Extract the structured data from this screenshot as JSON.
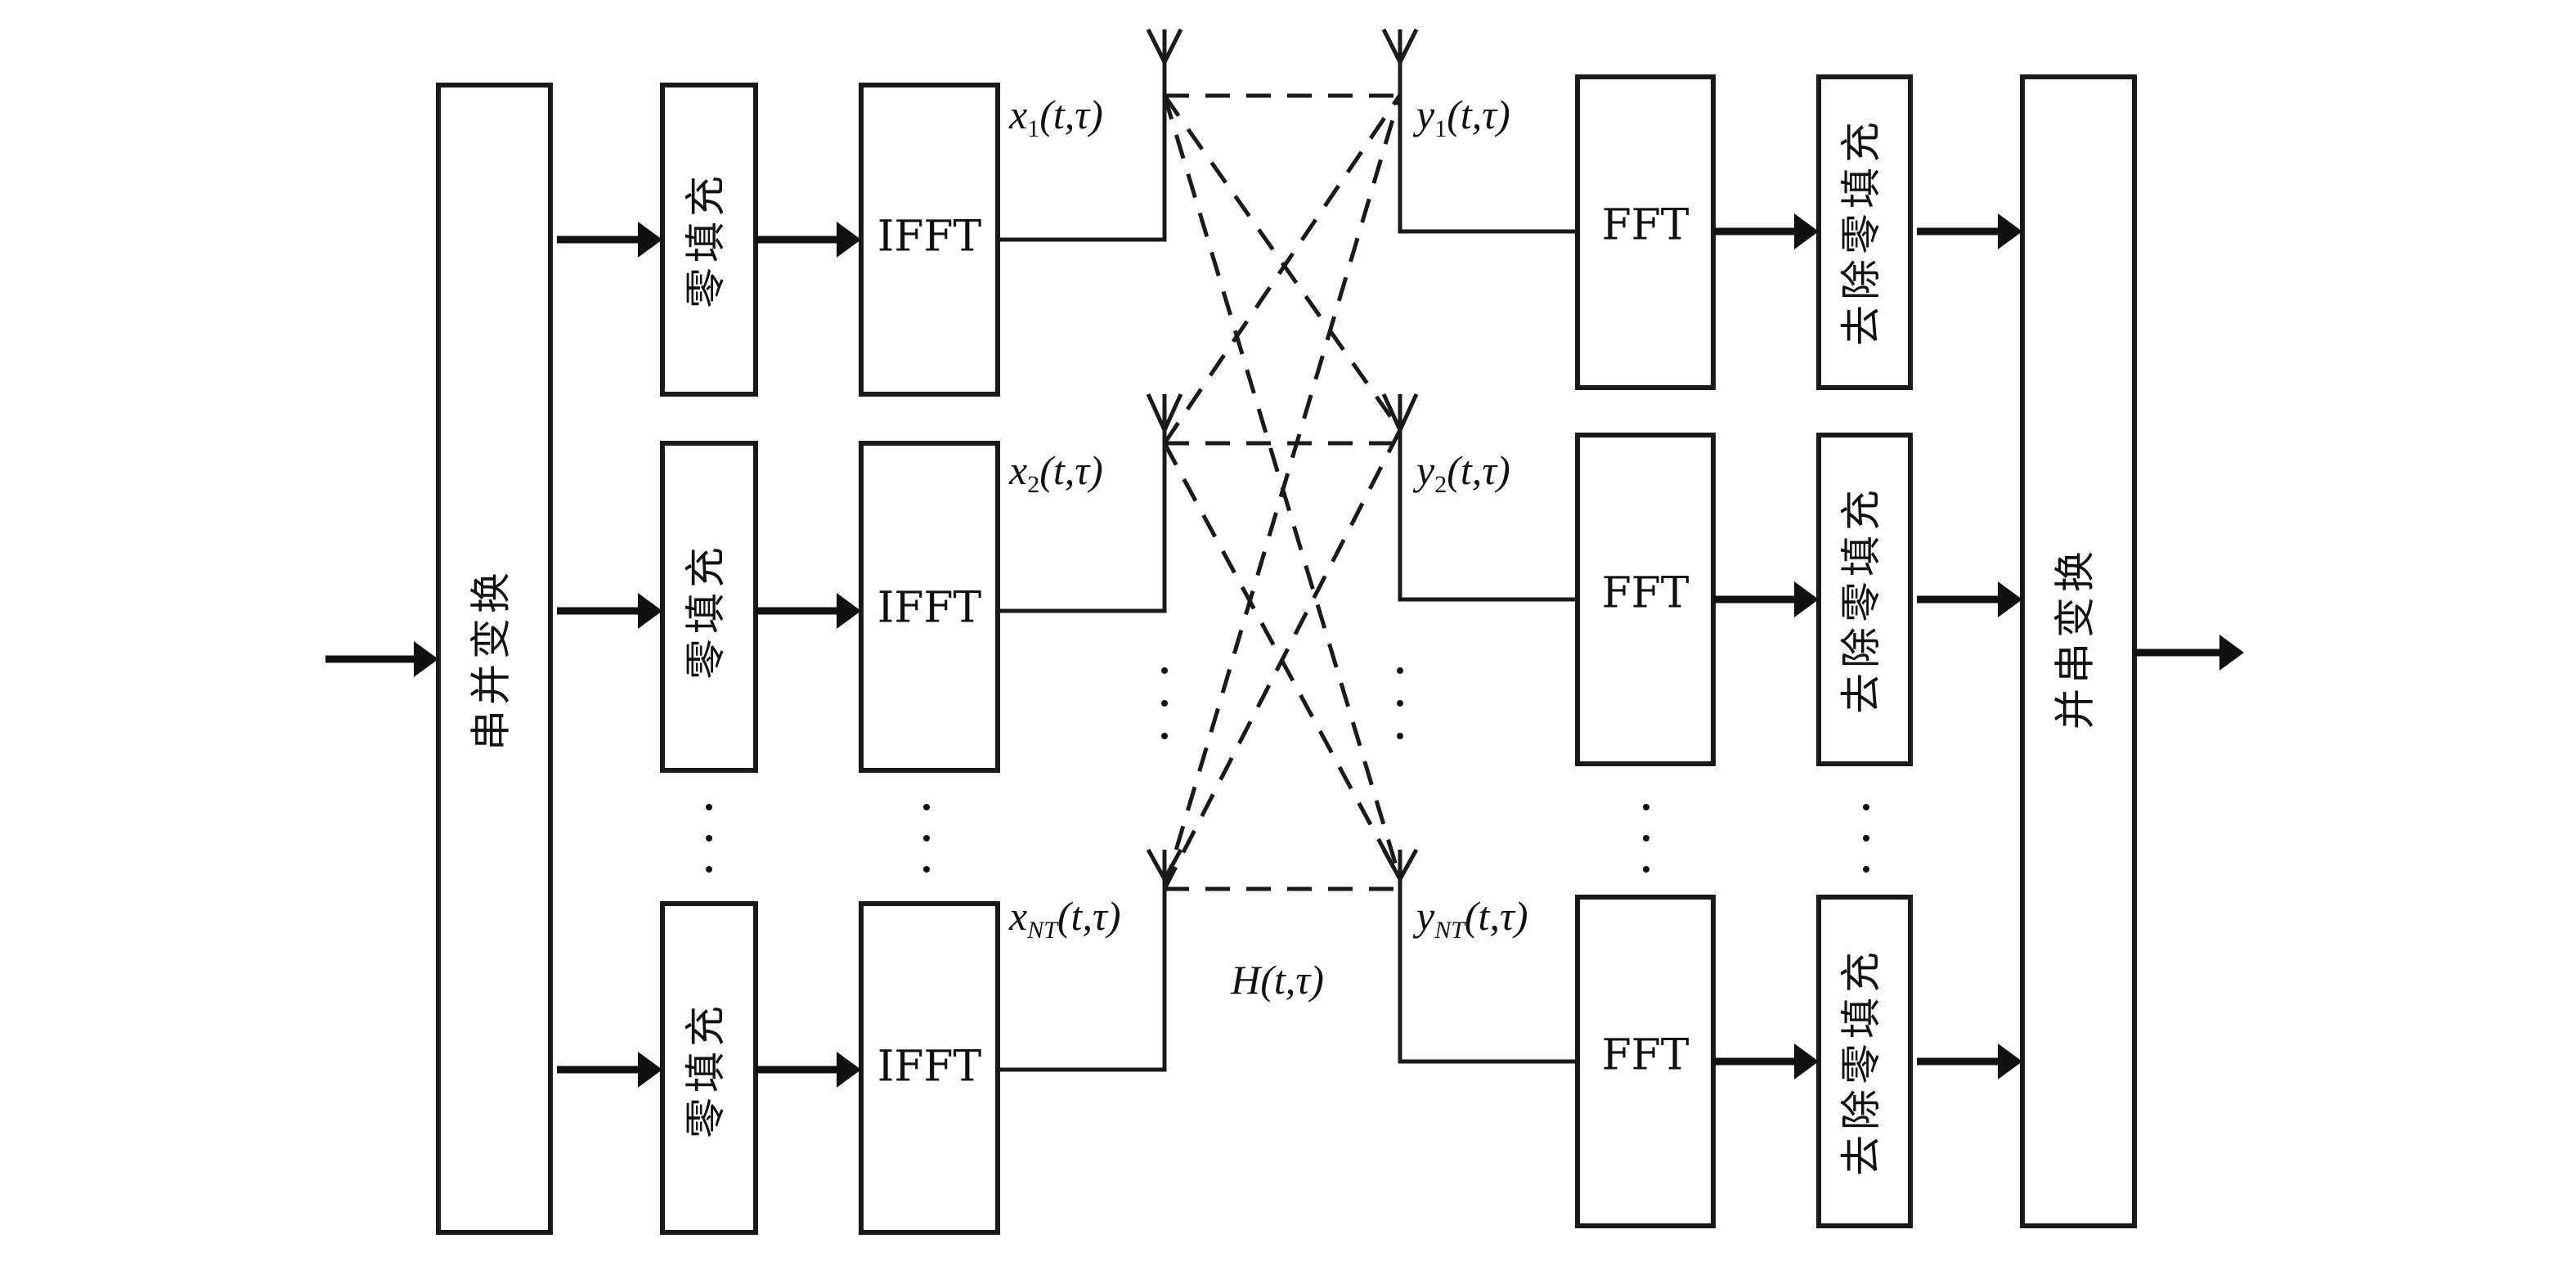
{
  "figure": {
    "description": "MIMO-OFDM block diagram with time-varying channel"
  },
  "transmitter": {
    "serial_to_parallel_label": "串并变换",
    "zero_padding_label": "零填充",
    "ifft_label": "IFFT",
    "signals": [
      {
        "name": "x",
        "sub": "1",
        "args": "t,τ"
      },
      {
        "name": "x",
        "sub": "2",
        "args": "t,τ"
      },
      {
        "name": "x",
        "sub": "NT",
        "args": "t,τ"
      }
    ]
  },
  "channel": {
    "label_name": "H",
    "label_args": "t,τ"
  },
  "receiver": {
    "fft_label": "FFT",
    "remove_zero_padding_label": "去除零填充",
    "parallel_to_serial_label": "并串变换",
    "signals": [
      {
        "name": "y",
        "sub": "1",
        "args": "t,τ"
      },
      {
        "name": "y",
        "sub": "2",
        "args": "t,τ"
      },
      {
        "name": "y",
        "sub": "NT",
        "args": "t,τ"
      }
    ]
  },
  "rows": [
    "branch-1",
    "branch-2",
    "branch-NT"
  ],
  "ellipsis": "⋮"
}
